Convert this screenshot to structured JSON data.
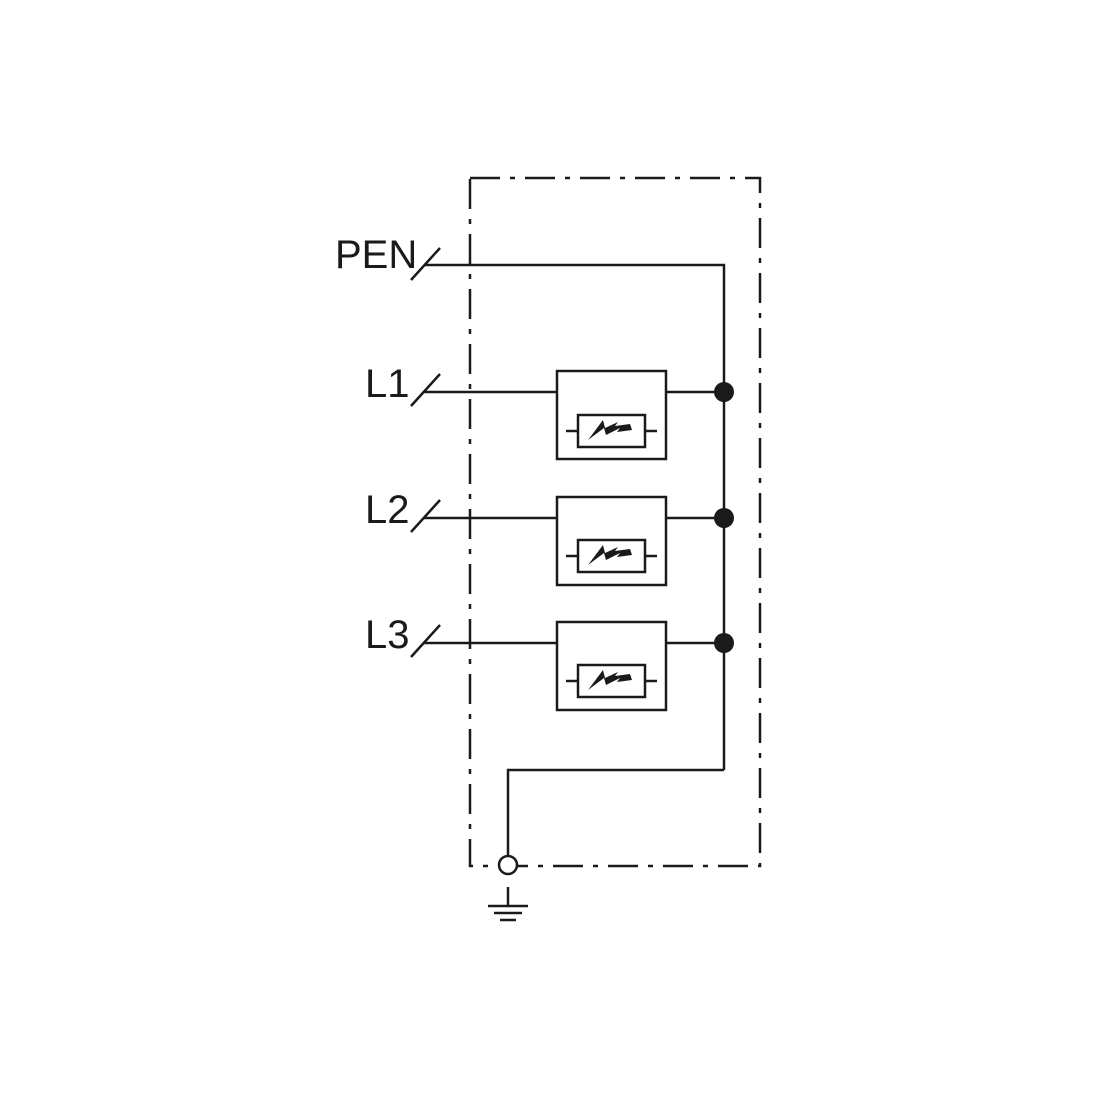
{
  "labels": {
    "pen": "PEN",
    "l1": "L1",
    "l2": "L2",
    "l3": "L3"
  },
  "colors": {
    "line": "#1a1a1a",
    "background": "#ffffff"
  }
}
